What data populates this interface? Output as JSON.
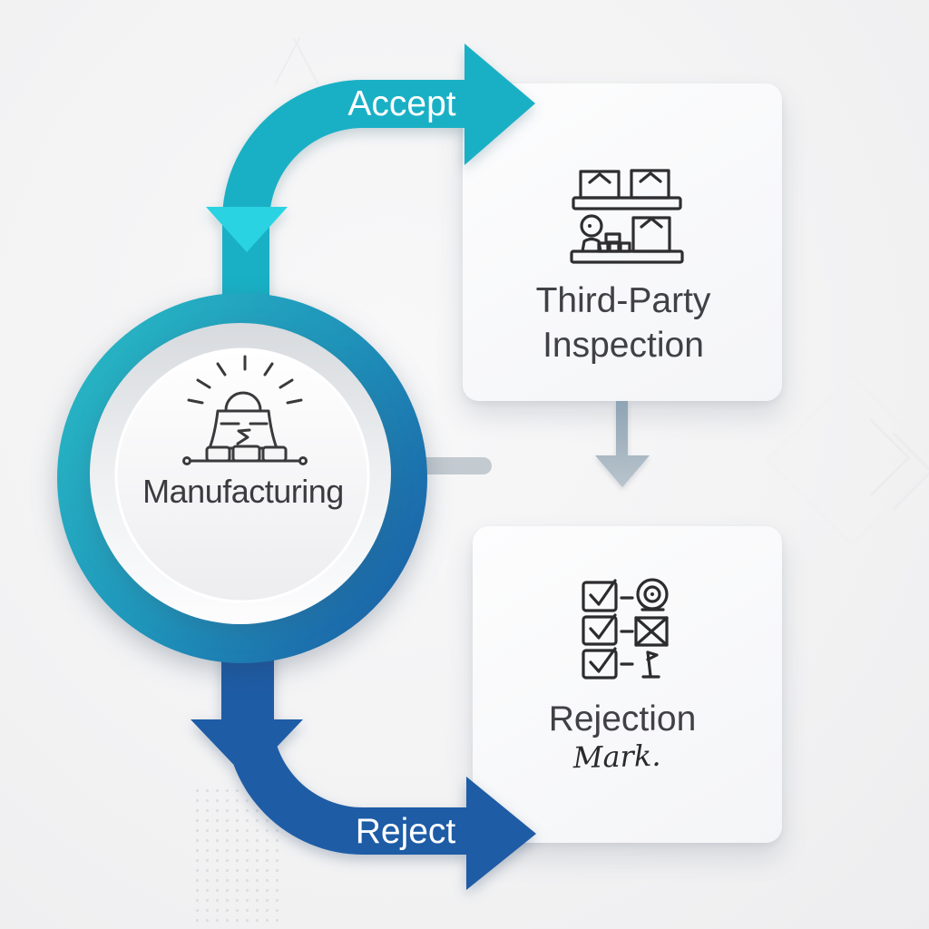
{
  "flow": {
    "nodes": {
      "manufacturing": {
        "label": "Manufacturing",
        "icon": "factory-icon"
      },
      "inspection": {
        "label_line1": "Third-Party",
        "label_line2": "Inspection",
        "icon": "warehouse-shelves-icon"
      },
      "rejection": {
        "label": "Rejection",
        "sublabel": "Mark.",
        "icon": "checklist-review-icon"
      }
    },
    "edges": {
      "accept": {
        "label": "Accept",
        "color": "#19b0c5",
        "arrowhead_color": "#29d3e2"
      },
      "reject": {
        "label": "Reject",
        "color": "#1e5ca6"
      },
      "inspection_to_rejection": {
        "label": "",
        "color": "#9bafbd"
      }
    },
    "colors": {
      "ring_gradient_start": "#27b5c4",
      "ring_gradient_end": "#1b61a7",
      "connector_gray": "#c3cad0",
      "card_background": "#fafbfc",
      "text_dark": "#3c3c40",
      "text_light": "#ffffff",
      "icon_stroke": "#333336",
      "background": "#f3f3f4"
    }
  }
}
